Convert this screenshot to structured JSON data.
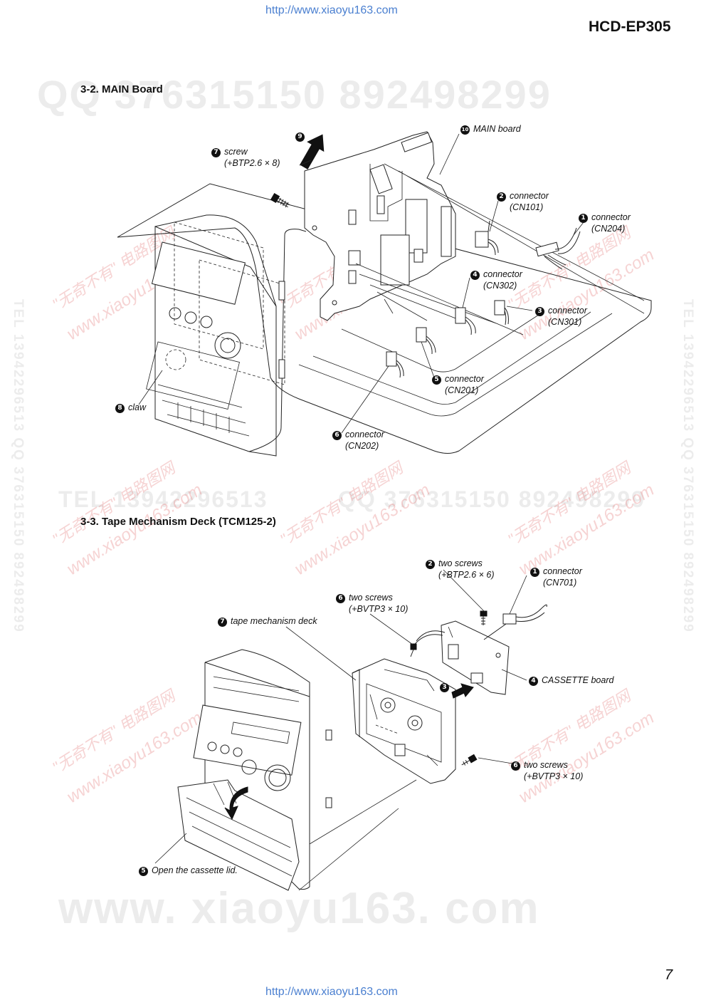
{
  "header": {
    "url_top": "http://www.xiaoyu163.com",
    "model": "HCD-EP305"
  },
  "footer": {
    "url_bottom": "http://www.xiaoyu163.com",
    "page_number": "7"
  },
  "watermarks": {
    "qq_top": "QQ 376315150   892498299",
    "tel_mid": "TEL 13942296513",
    "qq_mid": "QQ 376315150   892498299",
    "domain_bottom": "www. xiaoyu163. com",
    "side_right": "TEL 13942296513   QQ 376315150   892498299",
    "side_left": "TEL 13942296513   QQ 376315150   892498299",
    "red_cn": "\"无奇不有\" 电路图网",
    "red_site": "www.xiaoyu163.com"
  },
  "section1": {
    "title": "3-2. MAIN Board",
    "labels": [
      {
        "num": "7",
        "text": "screw",
        "sub": "(+BTP2.6 × 8)"
      },
      {
        "num": "9",
        "text": "",
        "sub": ""
      },
      {
        "num": "10",
        "text": "MAIN board",
        "sub": ""
      },
      {
        "num": "2",
        "text": "connector",
        "sub": "(CN101)"
      },
      {
        "num": "1",
        "text": "connector",
        "sub": "(CN204)"
      },
      {
        "num": "4",
        "text": "connector",
        "sub": "(CN302)"
      },
      {
        "num": "3",
        "text": "connector",
        "sub": "(CN301)"
      },
      {
        "num": "5",
        "text": "connector",
        "sub": "(CN201)"
      },
      {
        "num": "6",
        "text": "connector",
        "sub": "(CN202)"
      },
      {
        "num": "8",
        "text": "claw",
        "sub": ""
      }
    ]
  },
  "section2": {
    "title": "3-3.  Tape Mechanism Deck (TCM125-2)",
    "labels": [
      {
        "num": "2",
        "text": "two screws",
        "sub": "(+BTP2.6 × 6)"
      },
      {
        "num": "1",
        "text": "connector",
        "sub": "(CN701)"
      },
      {
        "num": "6",
        "text": "two screws",
        "sub": "(+BVTP3 × 10)"
      },
      {
        "num": "7",
        "text": "tape mechanism deck",
        "sub": ""
      },
      {
        "num": "4",
        "text": "CASSETTE board",
        "sub": ""
      },
      {
        "num": "3",
        "text": "",
        "sub": ""
      },
      {
        "num": "6",
        "text": "two screws",
        "sub": "(+BVTP3 × 10)"
      },
      {
        "num": "5",
        "text": "Open the cassette lid.",
        "sub": ""
      }
    ]
  }
}
